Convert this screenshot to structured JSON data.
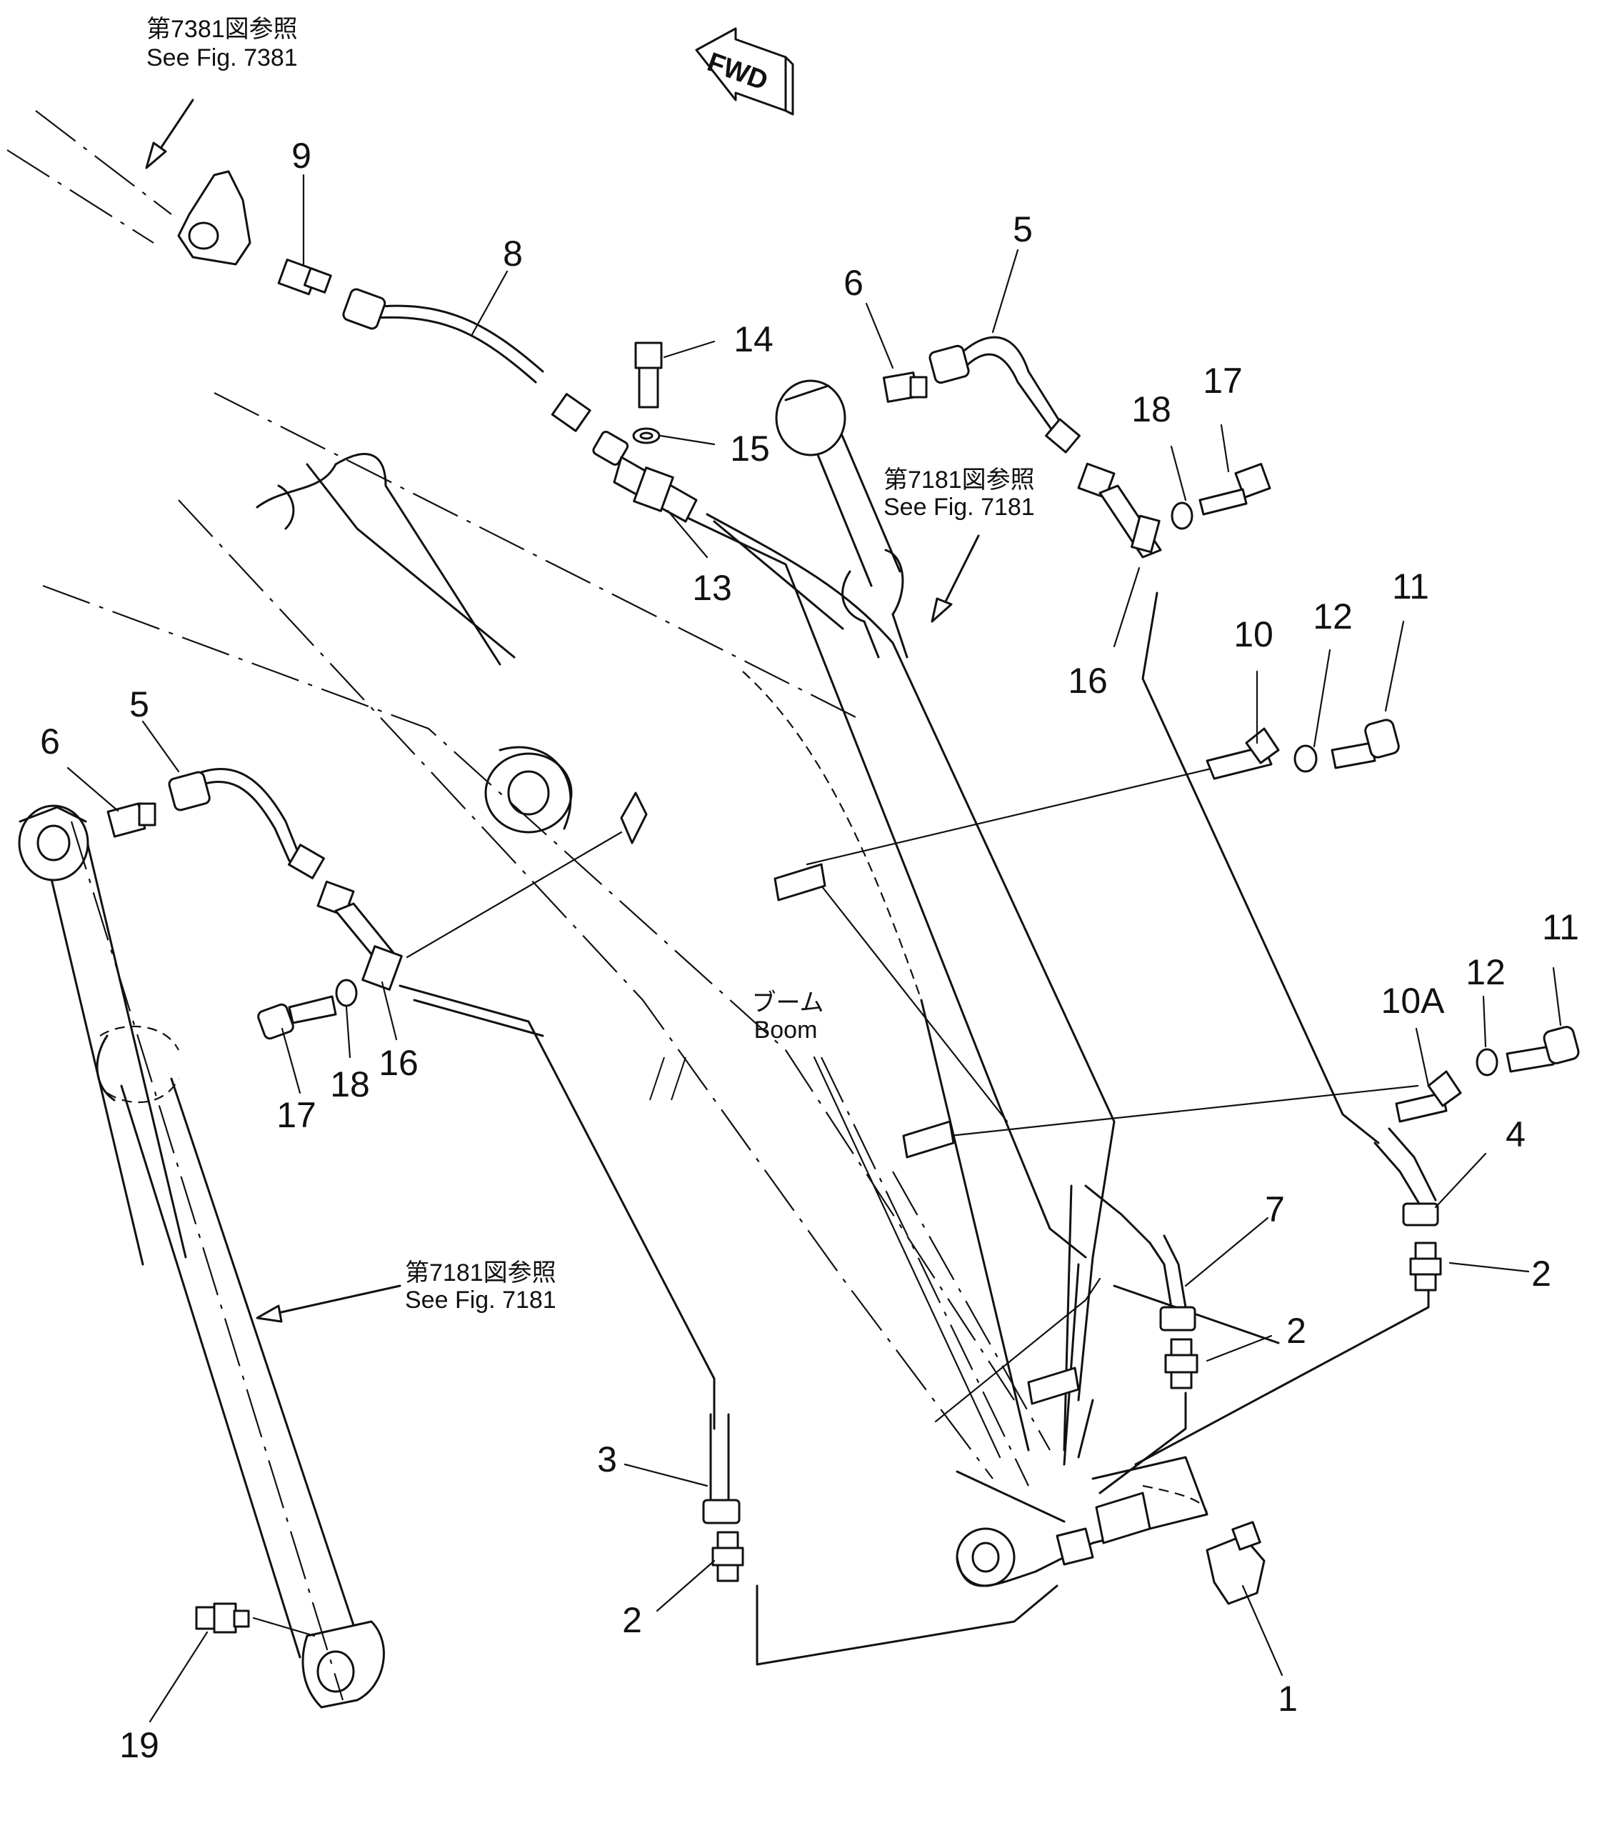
{
  "references": {
    "fig7381_jp": "第7381図参照",
    "fig7381_en": "See  Fig.  7381",
    "fig7181_upper_jp": "第7181図参照",
    "fig7181_upper_en": "See  Fig.  7181",
    "fig7181_left_jp": "第7181図参照",
    "fig7181_left_en": "See  Fig.  7181"
  },
  "direction": "FWD",
  "boom_label_jp": "ブーム",
  "boom_label_en": "Boom",
  "part_numbers": {
    "p9": "9",
    "p8": "8",
    "p14": "14",
    "p15": "15",
    "p13": "13",
    "p6_top": "6",
    "p5_top": "5",
    "p18_top": "18",
    "p17_top": "17",
    "p16_top": "16",
    "p10": "10",
    "p12_a": "12",
    "p11_a": "11",
    "p5_left": "5",
    "p6_left": "6",
    "p16_left": "16",
    "p17_left": "17",
    "p18_left": "18",
    "p10a": "10A",
    "p12_b": "12",
    "p11_b": "11",
    "p4": "4",
    "p2_a": "2",
    "p7": "7",
    "p2_b": "2",
    "p3": "3",
    "p2_c": "2",
    "p1": "1",
    "p19": "19"
  }
}
